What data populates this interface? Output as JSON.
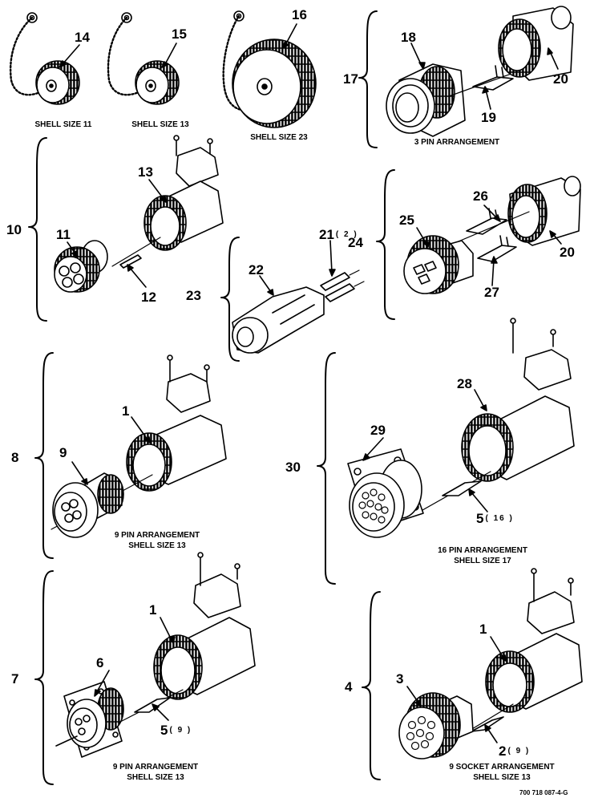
{
  "callouts": {
    "c1a": "1",
    "c1b": "1",
    "c1c": "1",
    "c2": "2",
    "c2_qty": "( 9 )",
    "c3": "3",
    "c4": "4",
    "c5a": "5",
    "c5a_qty": "( 9 )",
    "c5b": "5",
    "c5b_qty": "( 16 )",
    "c6": "6",
    "c7": "7",
    "c8": "8",
    "c9": "9",
    "c10": "10",
    "c11": "11",
    "c12": "12",
    "c13": "13",
    "c14": "14",
    "c15": "15",
    "c16": "16",
    "c17": "17",
    "c18": "18",
    "c19": "19",
    "c20a": "20",
    "c20b": "20",
    "c21": "21",
    "c21_qty": "( 2 )",
    "c22": "22",
    "c23": "23",
    "c24": "24",
    "c25": "25",
    "c26": "26",
    "c27": "27",
    "c28": "28",
    "c29": "29",
    "c30": "30"
  },
  "captions": {
    "shell11": "SHELL SIZE 11",
    "shell13": "SHELL SIZE 13",
    "shell23": "SHELL SIZE 23",
    "pin3": "3 PIN ARRANGEMENT",
    "pin9a_line1": "9 PIN ARRANGEMENT",
    "pin9a_line2": "SHELL SIZE 13",
    "pin16_line1": "16 PIN ARRANGEMENT",
    "pin16_line2": "SHELL SIZE 17",
    "pin9b_line1": "9 PIN ARRANGEMENT",
    "pin9b_line2": "SHELL SIZE 13",
    "sock9_line1": "9 SOCKET ARRANGEMENT",
    "sock9_line2": "SHELL SIZE 13"
  },
  "figure_code": "700 718 087-4-G"
}
